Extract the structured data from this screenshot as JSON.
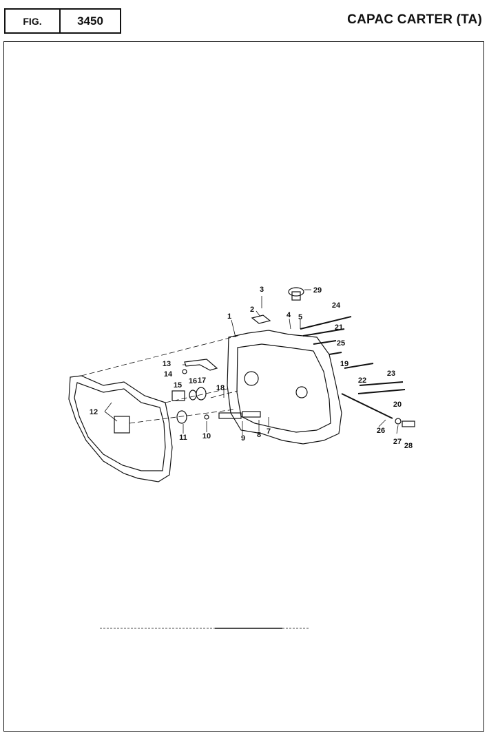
{
  "header": {
    "fig_label": "FIG.",
    "fig_number": "3450",
    "title": "CAPAC CARTER (TA)"
  },
  "callouts": [
    "1",
    "2",
    "3",
    "4",
    "5",
    "7",
    "8",
    "9",
    "10",
    "11",
    "12",
    "13",
    "14",
    "15",
    "16",
    "17",
    "18",
    "19",
    "20",
    "21",
    "22",
    "23",
    "24",
    "25",
    "26",
    "27",
    "28",
    "29"
  ]
}
